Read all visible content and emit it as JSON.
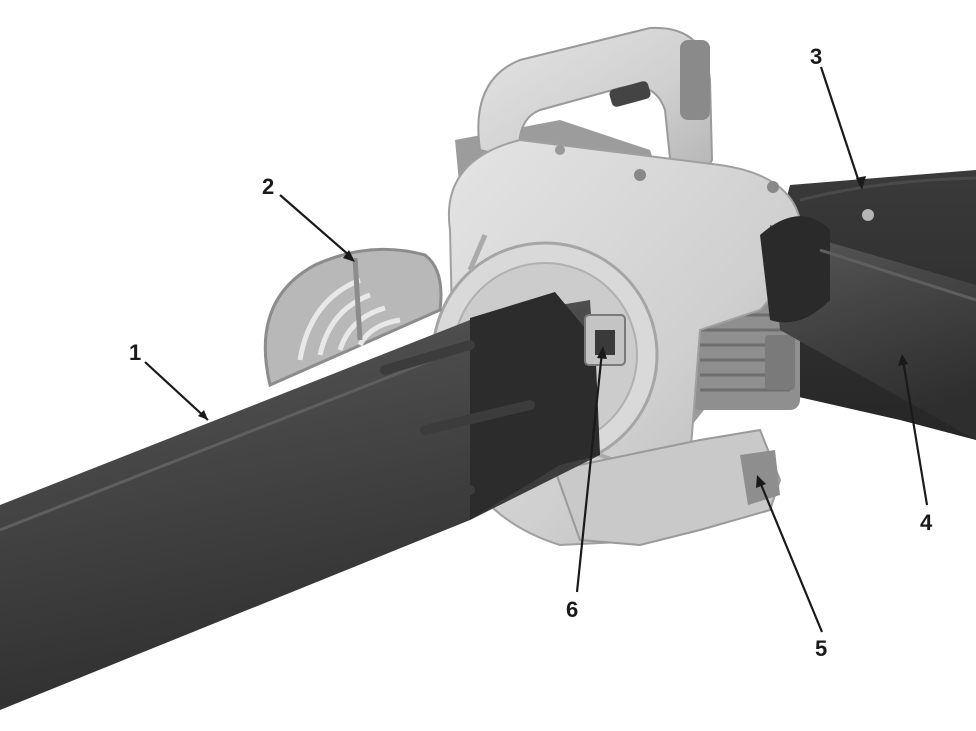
{
  "callouts": [
    {
      "id": "1",
      "label": "1"
    },
    {
      "id": "2",
      "label": "2"
    },
    {
      "id": "3",
      "label": "3"
    },
    {
      "id": "4",
      "label": "4"
    },
    {
      "id": "5",
      "label": "5"
    },
    {
      "id": "6",
      "label": "6"
    }
  ],
  "colors": {
    "housing": "#d2d2d2",
    "housing_shadow": "#a9a9a9",
    "tube": "#4a4a4a",
    "tube_dark": "#333333",
    "bag": "#2f2f2f",
    "background": "#ffffff"
  }
}
